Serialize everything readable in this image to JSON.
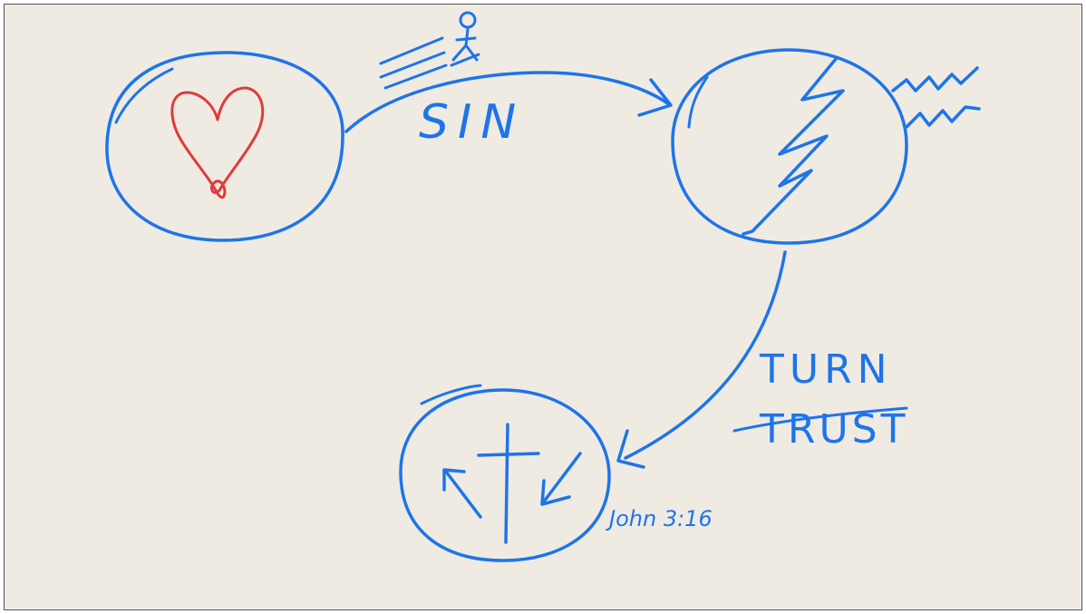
{
  "labels": {
    "sin": "SIN",
    "turn": "TURN",
    "trust": "TRUST",
    "verse": "John 3:16"
  },
  "colors": {
    "background": "#efebe3",
    "ink_blue": "#1f74e8",
    "ink_red": "#e03a3a"
  }
}
